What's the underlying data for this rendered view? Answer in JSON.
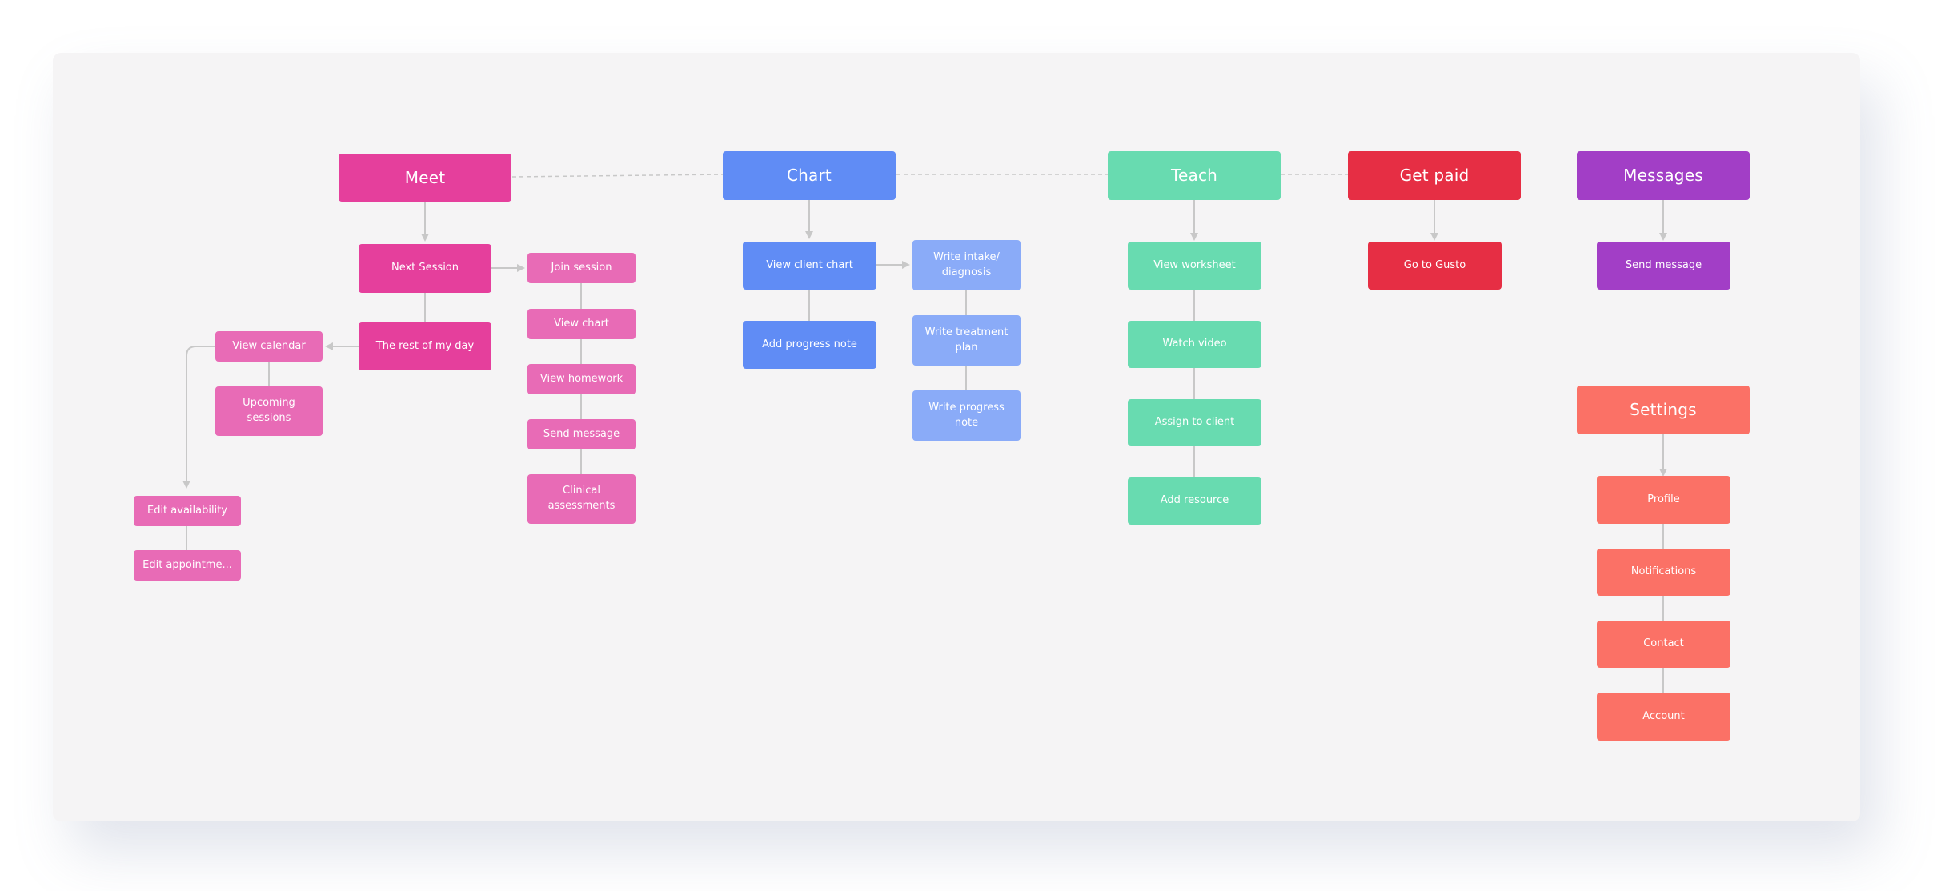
{
  "colors": {
    "meet": "#e53f9c",
    "meet_light": "#e86bb6",
    "chart": "#608cf5",
    "chart_light": "#8aabf8",
    "teach": "#68dbb0",
    "get_paid": "#e62e44",
    "messages": "#a23ec6",
    "settings": "#fb7166",
    "connector": "#c8c8c8",
    "board": "#f5f4f5"
  },
  "meet": {
    "title": "Meet",
    "next_session": "Next Session",
    "join_session": "Join session",
    "view_chart": "View chart",
    "view_homework": "View homework",
    "send_message": "Send message",
    "clinical_assessments": "Clinical assessments",
    "rest_of_day": "The rest of my day",
    "view_calendar": "View calendar",
    "upcoming_sessions": "Upcoming sessions",
    "edit_availability": "Edit availability",
    "edit_appointments": "Edit appointme..."
  },
  "chart": {
    "title": "Chart",
    "view_client_chart": "View client chart",
    "add_progress_note": "Add progress note",
    "write_intake": "Write intake/ diagnosis",
    "write_treatment_plan": "Write treatment plan",
    "write_progress_note": "Write progress note"
  },
  "teach": {
    "title": "Teach",
    "view_worksheet": "View worksheet",
    "watch_video": "Watch video",
    "assign_to_client": "Assign to client",
    "add_resource": "Add resource"
  },
  "get_paid": {
    "title": "Get paid",
    "go_to_gusto": "Go to Gusto"
  },
  "messages": {
    "title": "Messages",
    "send_message": "Send message"
  },
  "settings": {
    "title": "Settings",
    "profile": "Profile",
    "notifications": "Notifications",
    "contact": "Contact",
    "account": "Account"
  }
}
